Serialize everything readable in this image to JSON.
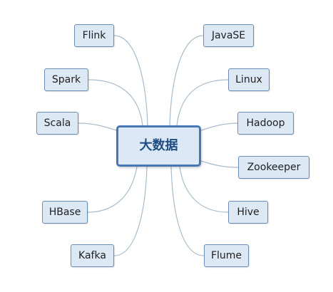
{
  "center": {
    "label": "大数据"
  },
  "left_nodes": [
    {
      "label": "Flink"
    },
    {
      "label": "Spark"
    },
    {
      "label": "Scala"
    },
    {
      "label": "HBase"
    },
    {
      "label": "Kafka"
    }
  ],
  "right_nodes": [
    {
      "label": "JavaSE"
    },
    {
      "label": "Linux"
    },
    {
      "label": "Hadoop"
    },
    {
      "label": "Zookeeper"
    },
    {
      "label": "Hive"
    },
    {
      "label": "Flume"
    }
  ],
  "colors": {
    "connector": "#a9bccd",
    "node_fill": "#dde8f5",
    "node_border": "#6b8db5",
    "center_border": "#4576b6",
    "center_text": "#1f4e82"
  }
}
